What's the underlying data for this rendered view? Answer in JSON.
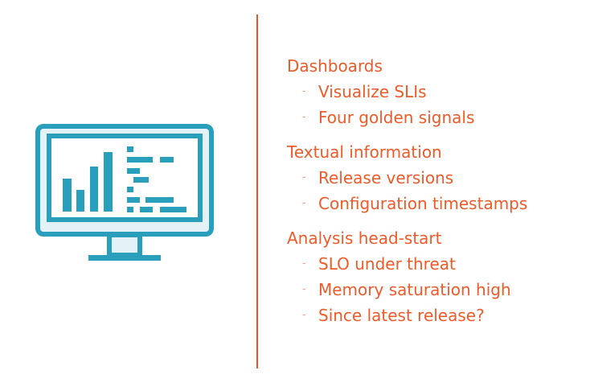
{
  "colors": {
    "accent": "#F05A28",
    "icon": "#2A9FBC",
    "icon_light": "#E3F2F7"
  },
  "icon": "monitor-dashboard-icon",
  "sections": [
    {
      "title": "Dashboards",
      "items": [
        "Visualize SLIs",
        "Four golden signals"
      ]
    },
    {
      "title": "Textual information",
      "items": [
        "Release versions",
        "Configuration timestamps"
      ]
    },
    {
      "title": "Analysis head-start",
      "items": [
        "SLO under threat",
        "Memory saturation high",
        "Since latest release?"
      ]
    }
  ],
  "bullet": "-"
}
